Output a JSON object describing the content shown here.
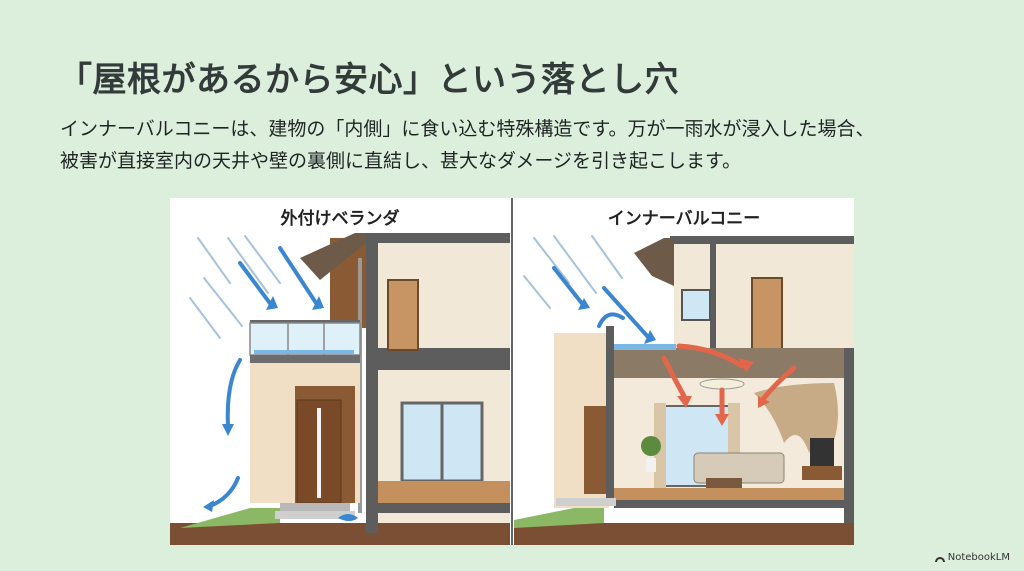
{
  "slide": {
    "title": "「屋根があるから安心」という落とし穴",
    "body_lines": [
      "インナーバルコニーは、建物の「内側」に食い込む特殊構造です。万が一雨水が浸入した場合、",
      "被害が直接室内の天井や壁の裏側に直結し、甚大なダメージを引き起こします。"
    ]
  },
  "illustration": {
    "left_label": "外付けベランダ",
    "right_label": "インナーバルコニー",
    "colors": {
      "rain": "#3b86d1",
      "leak_arrow": "#e2674a",
      "wall": "#f2e8d8",
      "frame": "#5d5d5d",
      "wood": "#8a5a35",
      "ground": "#7a4f33",
      "grass": "#8bb865"
    }
  },
  "footer": {
    "brand": "NotebookLM"
  }
}
